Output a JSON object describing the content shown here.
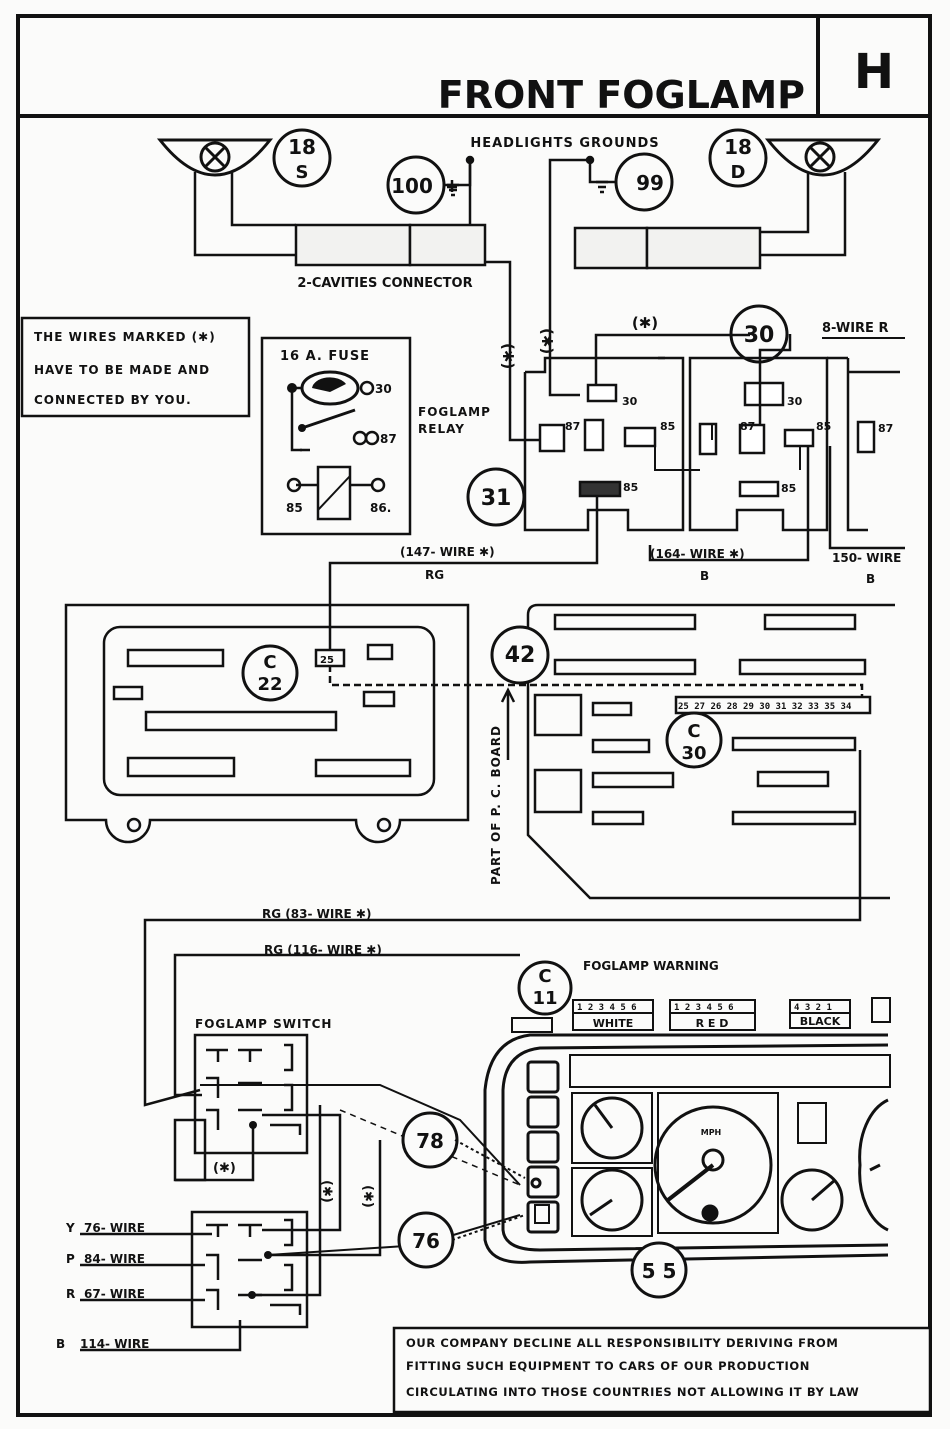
{
  "title": "FRONT FOGLAMP",
  "section_letter": "H",
  "headlights_grounds": "HEADLIGHTS GROUNDS",
  "connector_label": "2-CAVITIES CONNECTOR",
  "note": {
    "line1": "THE WIRES MARKED (✱)",
    "line2": "HAVE TO BE  MADE AND",
    "line3": "CONNECTED BY YOU."
  },
  "fuse_label": "16 A.  FUSE",
  "relay_label_1": "FOGLAMP",
  "relay_label_2": "RELAY",
  "relay_pins": {
    "p30": "30",
    "p87": "87",
    "p85": "85",
    "p86": "86."
  },
  "circles": {
    "c18s_top": "18",
    "c18s_bot": "S",
    "c18d_top": "18",
    "c18d_bot": "D",
    "c100": "100",
    "c99": "99",
    "c30": "30",
    "c31": "31",
    "c42": "42",
    "c22_top": "C",
    "c22_bot": "22",
    "c30b_top": "C",
    "c30b_bot": "30",
    "c11_top": "C",
    "c11_bot": "11",
    "c78": "78",
    "c76": "76",
    "c55": "5 5"
  },
  "asterisk": "(✱)",
  "wire_8": "8-WIRE R",
  "wire_147": "(147- WIRE  ✱)",
  "wire_164": "(164- WIRE  ✱)",
  "wire_150": "150- WIRE",
  "rg": "RG",
  "b": "B",
  "block_pins": {
    "p30": "30",
    "p87": "87",
    "p85": "85"
  },
  "pcb_label": "PART OF  P. C. BOARD",
  "connector_25": "25",
  "connector_c30_pins": "25 27 26 28 29 30 31 32  33 35 34",
  "wire_83": "RG  (83- WIRE  ✱)",
  "wire_116": "RG  (116- WIRE  ✱)",
  "foglamp_warning": "FOGLAMP WARNING",
  "foglamp_switch": "FOGLAMP SWITCH",
  "conn_white_pins": "1 2 3 4 5 6",
  "conn_white": "WHITE",
  "conn_red_pins": "1 2 3 4  5 6",
  "conn_red": "R E D",
  "conn_black_pins": "4  3  2  1",
  "conn_black": "BLACK",
  "side_wires": [
    {
      "color": "Y",
      "label": "76- WIRE"
    },
    {
      "color": "P",
      "label": "84- WIRE"
    },
    {
      "color": "R",
      "label": "67- WIRE"
    },
    {
      "color": "B",
      "label": "114- WIRE"
    }
  ],
  "disclaimer": {
    "line1": "OUR COMPANY DECLINE ALL RESPONSIBILITY DERIVING FROM",
    "line2": "FITTING SUCH EQUIPMENT TO CARS OF OUR PRODUCTION",
    "line3": "CIRCULATING INTO THOSE COUNTRIES  NOT ALLOWING  IT BY LAW"
  },
  "mph": "MPH"
}
